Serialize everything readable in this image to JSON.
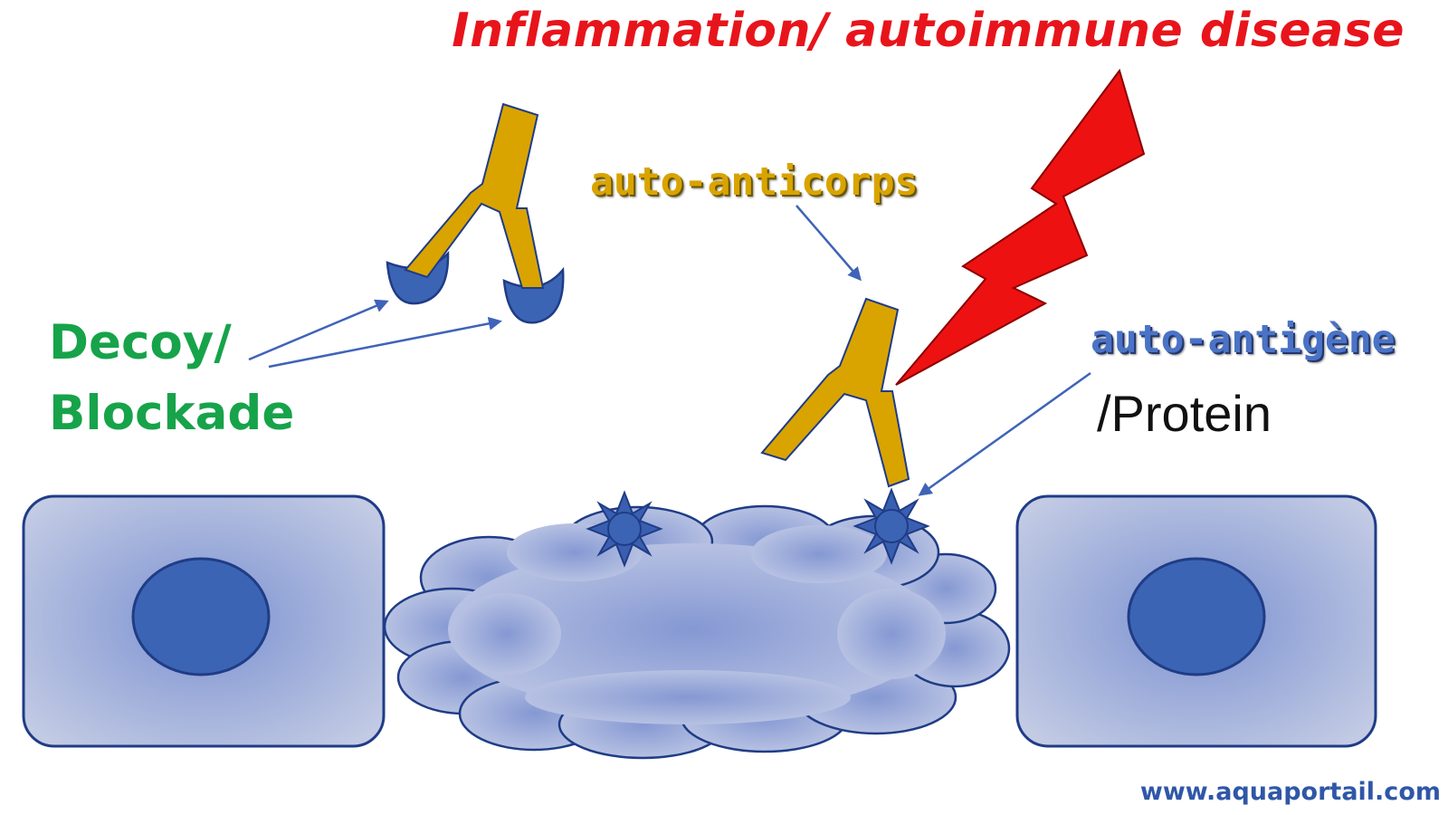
{
  "diagram": {
    "title": "Inflammation/ autoimmune disease",
    "labels": {
      "decoy_line1": "Decoy/",
      "decoy_line2": "Blockade",
      "antibody": "auto-anticorps",
      "antigen": "auto-antigène",
      "protein": "/Protein"
    },
    "watermark": "www.aquaportail.com"
  },
  "colors": {
    "title": "#e8141b",
    "decoy": "#16a34a",
    "antibody": "#d9a400",
    "antigen": "#4a73c7",
    "cell_nucleus": "#3c64b4",
    "cell_outline": "#1f3c86",
    "arrow": "#3f63b8",
    "lightning": "#ee1111"
  },
  "icons": [
    "antibody-icon",
    "antigen-star-icon",
    "lightning-bolt-icon",
    "decoy-cup-icon",
    "cell-nucleus-icon"
  ]
}
